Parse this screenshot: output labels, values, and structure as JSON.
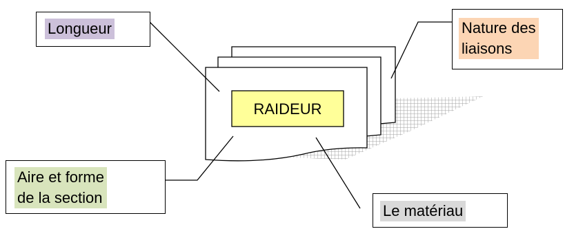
{
  "center": {
    "label": "RAIDEUR",
    "fill": "#ffff99"
  },
  "labels": {
    "length": {
      "text": "Longueur",
      "highlight": "#ccc0da"
    },
    "bonds": {
      "line1": "Nature des",
      "line2": "liaisons",
      "highlight": "#fcd5b4"
    },
    "section": {
      "line1": "Aire et forme",
      "line2": "de la section",
      "highlight": "#d8e4bc"
    },
    "material": {
      "text": "Le matériau",
      "highlight": "#d9d9d9"
    }
  },
  "colors": {
    "shadow_grid": "#a0a0a0",
    "stroke": "#000000"
  }
}
